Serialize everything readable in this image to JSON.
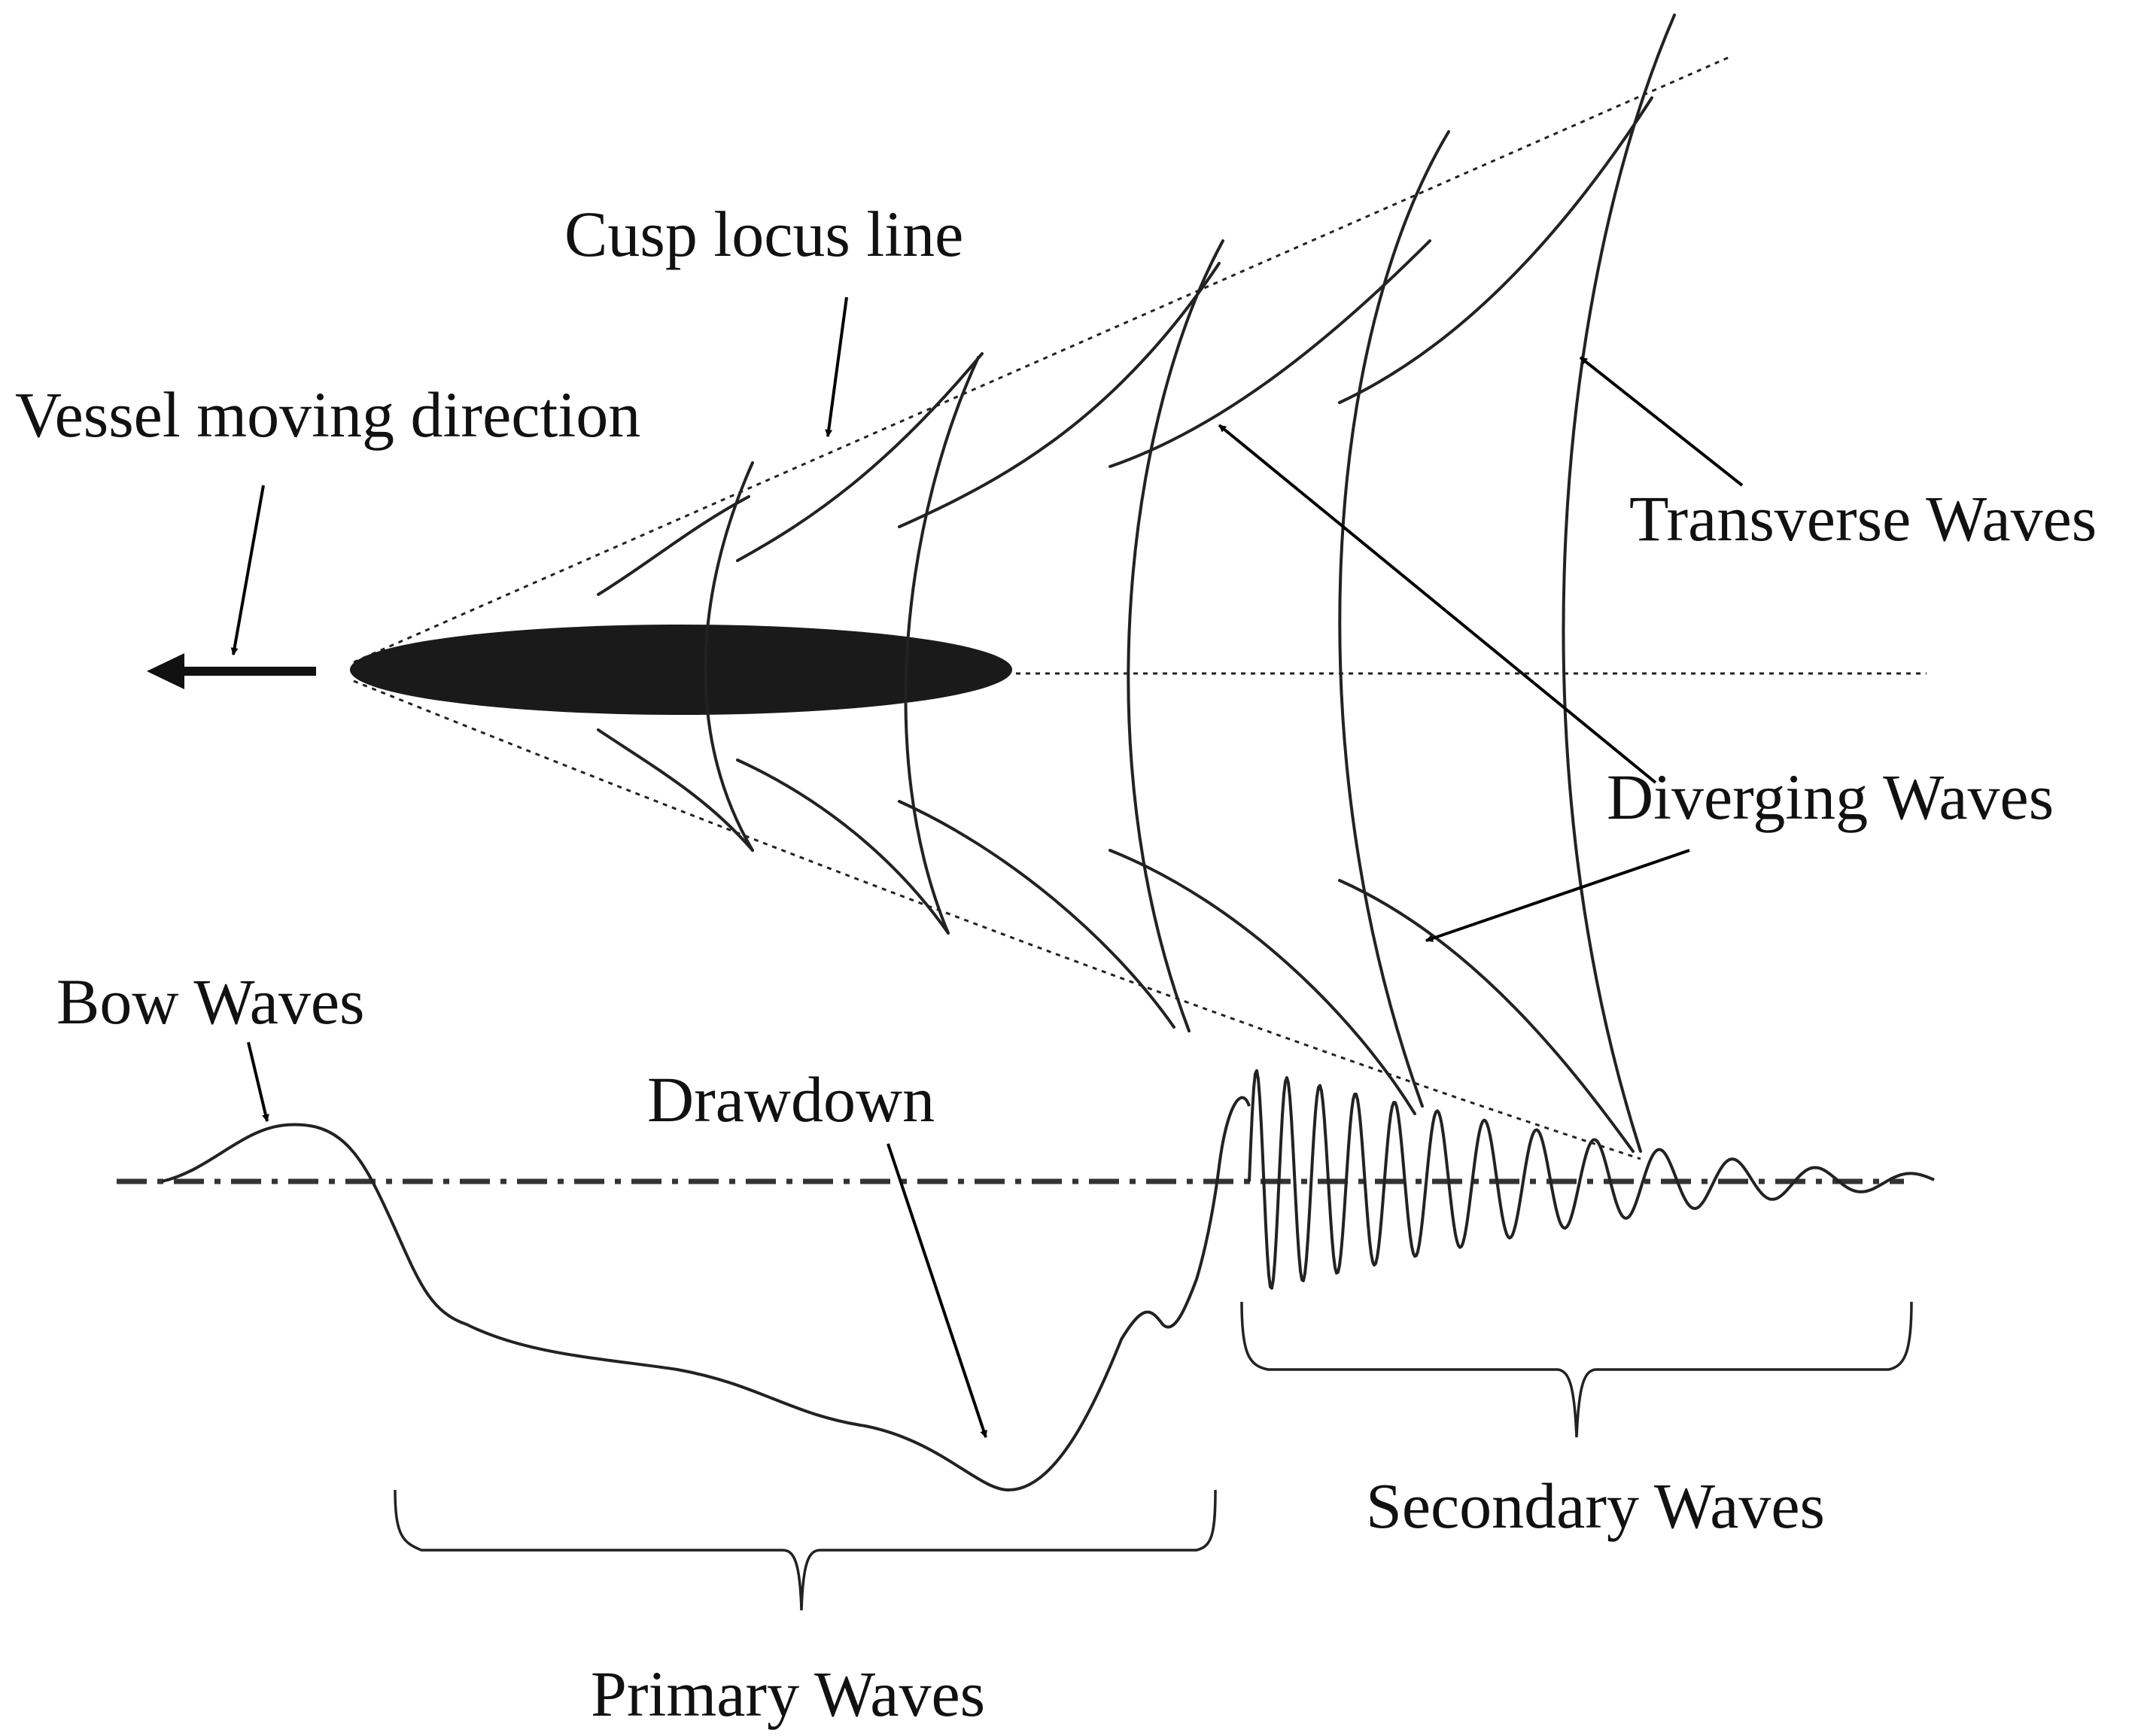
{
  "labels": {
    "cusp_locus_line": "Cusp locus line",
    "vessel_moving_direction": "Vessel moving direction",
    "transverse_waves": "Transverse Waves",
    "diverging_waves": "Diverging Waves",
    "bow_waves": "Bow Waves",
    "drawdown": "Drawdown",
    "secondary_waves": "Secondary Waves",
    "primary_waves": "Primary Waves"
  }
}
